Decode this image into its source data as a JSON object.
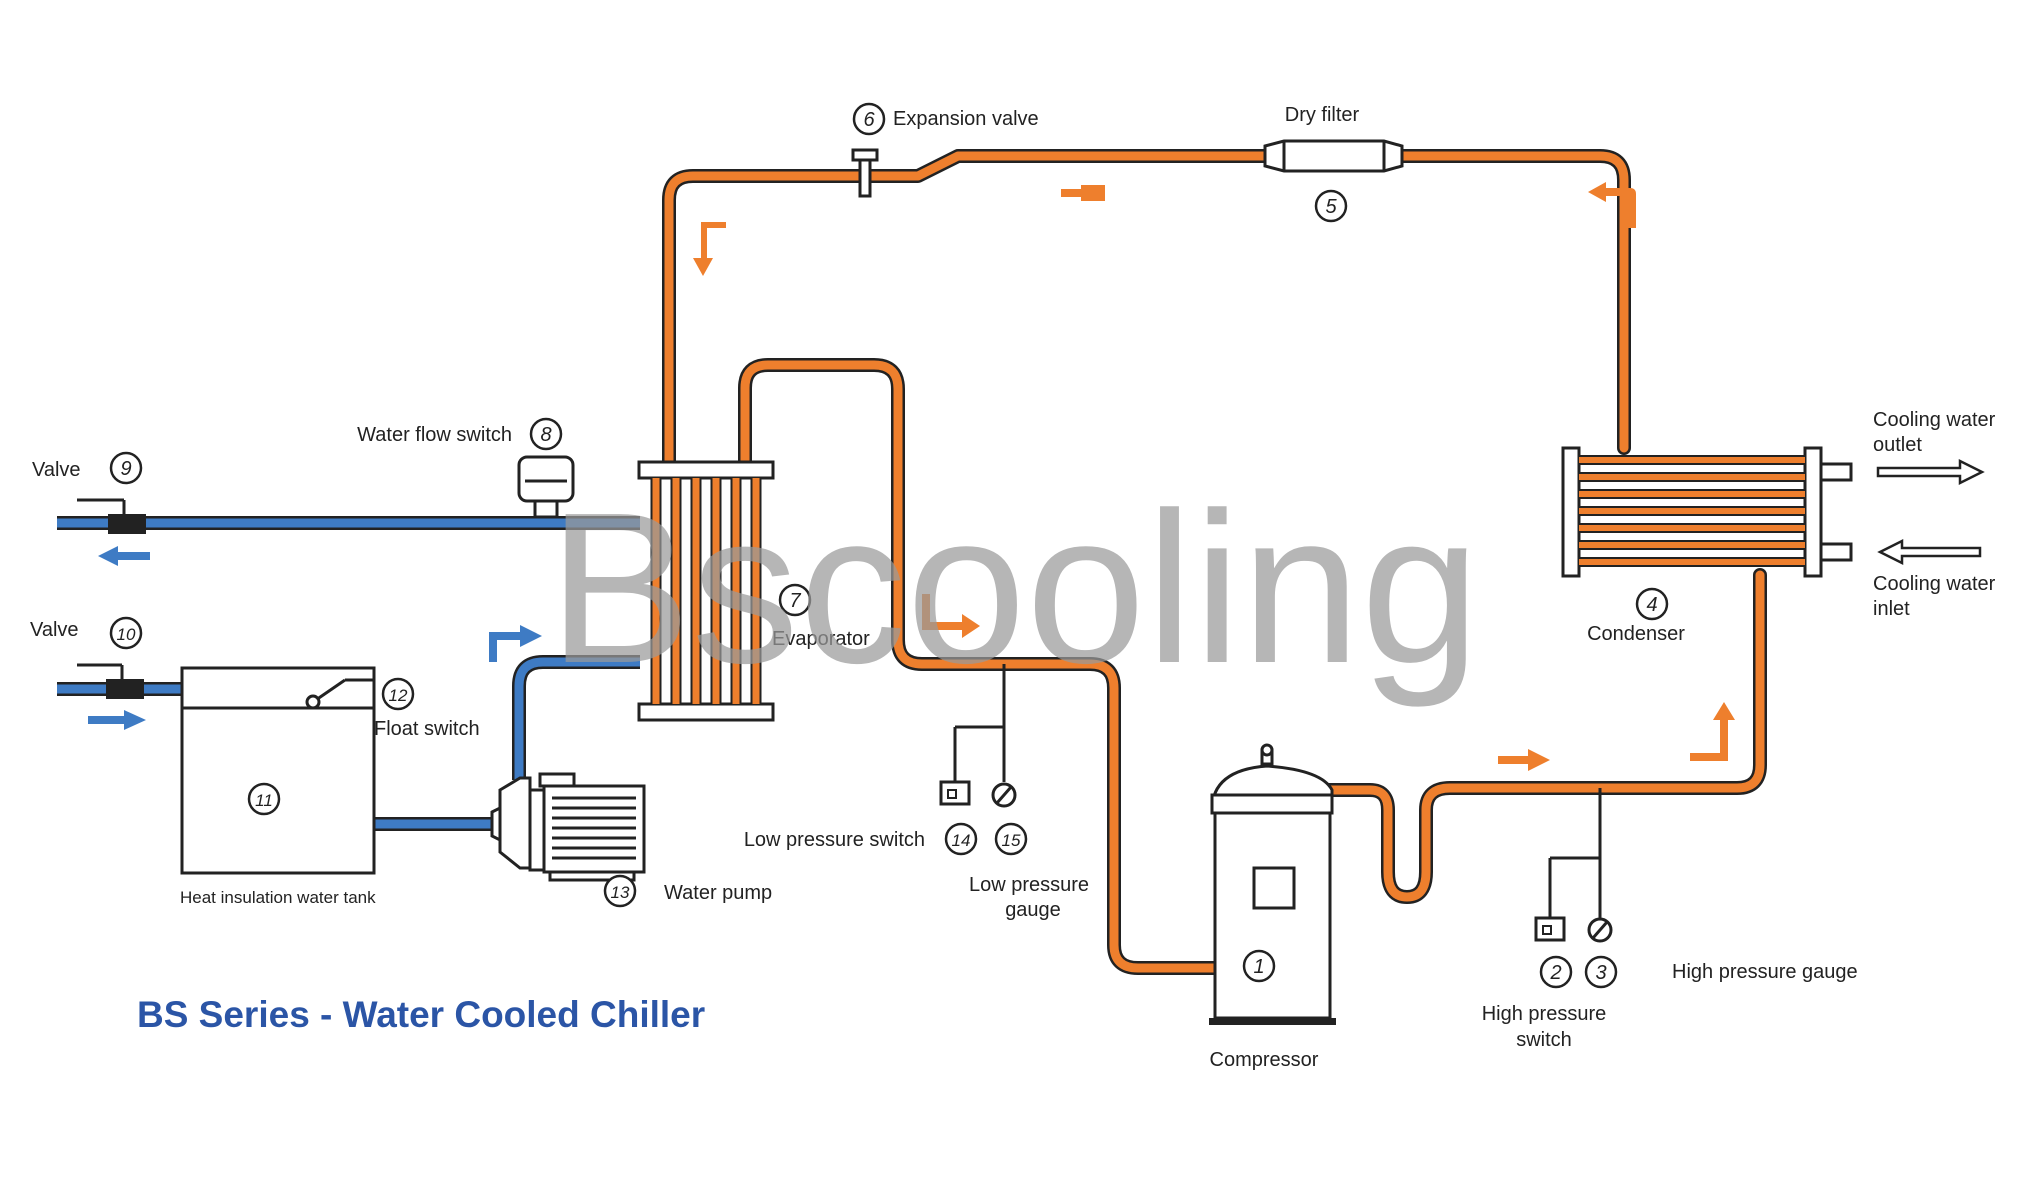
{
  "title": "BS Series - Water Cooled Chiller",
  "watermark": "Bscooling",
  "colors": {
    "refrigerant": "#EE7F2D",
    "water": "#3E7BC4",
    "title": "#2B55A6",
    "watermark": "#9A9A9A",
    "outline": "#222222"
  },
  "components": {
    "compressor": {
      "number": "1",
      "label": "Compressor"
    },
    "high_pressure_switch": {
      "number": "2",
      "label_line1": "High pressure",
      "label_line2": "switch"
    },
    "high_pressure_gauge": {
      "number": "3",
      "label": "High pressure gauge"
    },
    "condenser": {
      "number": "4",
      "label": "Condenser"
    },
    "dry_filter": {
      "number": "5",
      "label": "Dry filter"
    },
    "expansion_valve": {
      "number": "6",
      "label": "Expansion valve"
    },
    "evaporator": {
      "number": "7",
      "label": "Evaporator"
    },
    "water_flow_switch": {
      "number": "8",
      "label": "Water flow switch"
    },
    "valve_outlet": {
      "number": "9",
      "label": "Valve"
    },
    "valve_inlet": {
      "number": "10",
      "label": "Valve"
    },
    "water_tank": {
      "number": "11",
      "label": "Heat insulation water tank"
    },
    "float_switch": {
      "number": "12",
      "label": "Float switch"
    },
    "water_pump": {
      "number": "13",
      "label": "Water pump"
    },
    "low_pressure_switch": {
      "number": "14",
      "label": "Low pressure switch"
    },
    "low_pressure_gauge": {
      "number": "15",
      "label_line1": "Low pressure",
      "label_line2": "gauge"
    }
  },
  "cooling_water": {
    "outlet_line1": "Cooling water",
    "outlet_line2": "outlet",
    "inlet_line1": "Cooling water",
    "inlet_line2": "inlet"
  }
}
